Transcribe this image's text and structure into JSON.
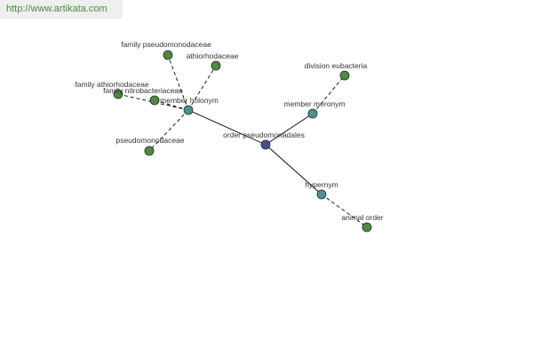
{
  "source": {
    "link_text": "http://www.artikata.com"
  },
  "colors": {
    "center_node": "#4a4f8f",
    "relation_node": "#4f9090",
    "leaf_node": "#4f8a3f",
    "edge": "#000000",
    "label": "#333333",
    "link": "#4a8a3a"
  },
  "graph": {
    "nodes": [
      {
        "id": "center",
        "label": "order pseudomonadales",
        "kind": "center"
      },
      {
        "id": "member-holonym",
        "label": "member holonym",
        "kind": "relation"
      },
      {
        "id": "member-meronym",
        "label": "member meronym",
        "kind": "relation"
      },
      {
        "id": "hypernym",
        "label": "hypernym",
        "kind": "relation"
      },
      {
        "id": "family-pseudomonodaceae",
        "label": "family pseudomonodaceae",
        "kind": "leaf"
      },
      {
        "id": "athiorhodaceae",
        "label": "athiorhodaceae",
        "kind": "leaf"
      },
      {
        "id": "family-athiorhodaceae",
        "label": "family athiorhodaceae",
        "kind": "leaf"
      },
      {
        "id": "family-nitrobacteriaceae",
        "label": "family nitrobacteriaceae",
        "kind": "leaf"
      },
      {
        "id": "pseudomonodaceae",
        "label": "pseudomonodaceae",
        "kind": "leaf"
      },
      {
        "id": "division-eubacteria",
        "label": "division eubacteria",
        "kind": "leaf"
      },
      {
        "id": "animal-order",
        "label": "animal order",
        "kind": "leaf"
      }
    ],
    "edges": [
      {
        "from": "center",
        "to": "member-holonym",
        "style": "solid"
      },
      {
        "from": "center",
        "to": "member-meronym",
        "style": "solid"
      },
      {
        "from": "center",
        "to": "hypernym",
        "style": "solid"
      },
      {
        "from": "member-holonym",
        "to": "family-pseudomonodaceae",
        "style": "dashed"
      },
      {
        "from": "member-holonym",
        "to": "athiorhodaceae",
        "style": "dashed"
      },
      {
        "from": "member-holonym",
        "to": "family-athiorhodaceae",
        "style": "dashed"
      },
      {
        "from": "member-holonym",
        "to": "family-nitrobacteriaceae",
        "style": "dashed"
      },
      {
        "from": "member-holonym",
        "to": "pseudomonodaceae",
        "style": "dashed"
      },
      {
        "from": "member-meronym",
        "to": "division-eubacteria",
        "style": "dashed"
      },
      {
        "from": "hypernym",
        "to": "animal-order",
        "style": "dashed"
      }
    ]
  }
}
